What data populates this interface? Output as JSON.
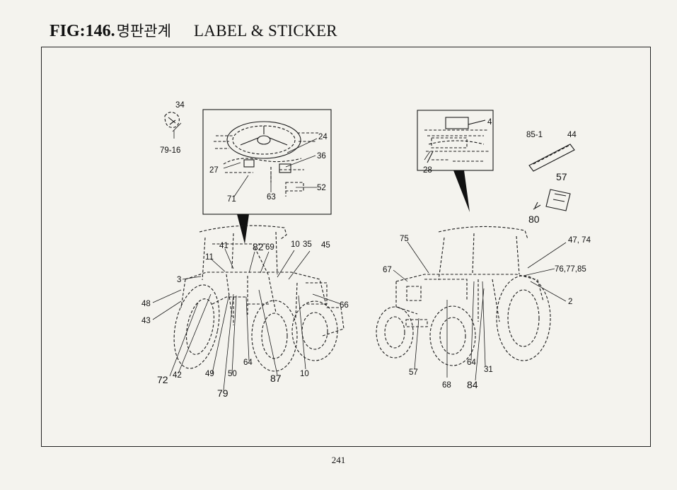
{
  "header": {
    "fig": "FIG:146.",
    "title_kr": "명판관계",
    "title_en": "LABEL & STICKER"
  },
  "page_number": "241",
  "callouts_left": [
    "34",
    "79-16",
    "24",
    "36",
    "27",
    "52",
    "71",
    "63",
    "41",
    "82",
    "69",
    "10",
    "35",
    "45",
    "11",
    "3",
    "48",
    "66",
    "43",
    "72",
    "42",
    "49",
    "50",
    "64",
    "87",
    "10",
    "79"
  ],
  "callouts_right": [
    "4",
    "28",
    "85-1",
    "44",
    "57",
    "80",
    "75",
    "47, 74",
    "67",
    "76,77,85",
    "2",
    "57",
    "64",
    "31",
    "68",
    "84"
  ]
}
